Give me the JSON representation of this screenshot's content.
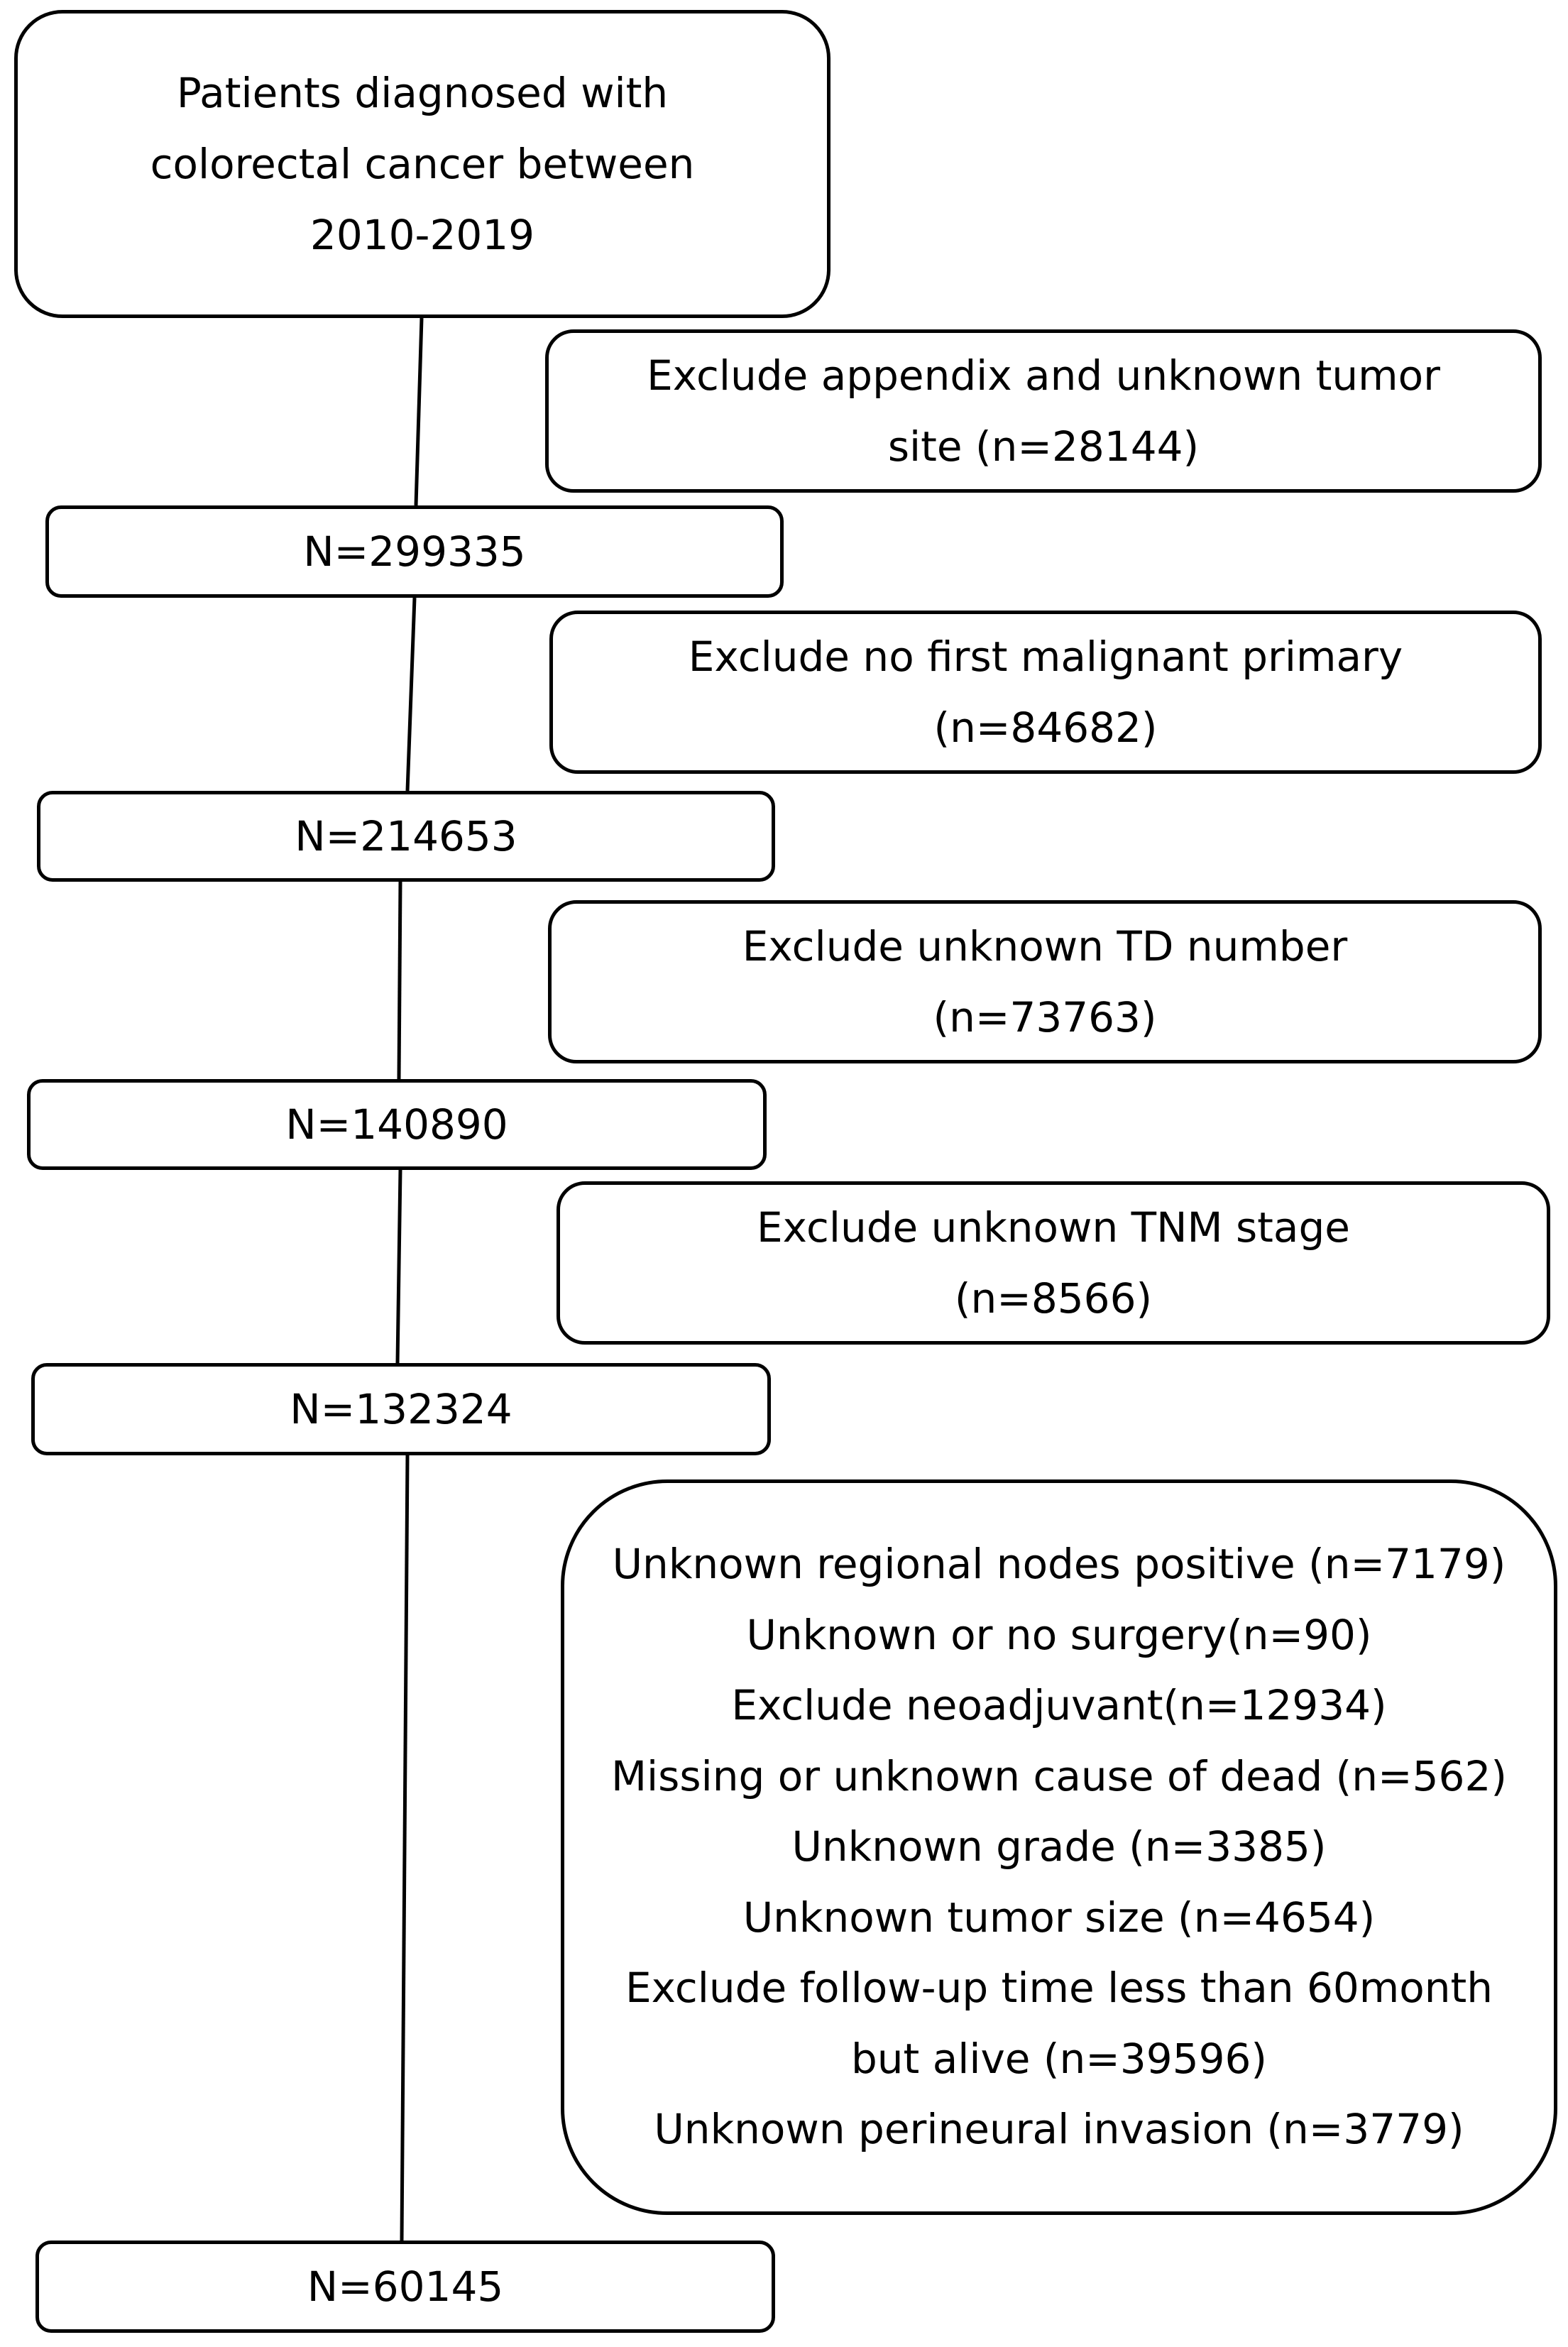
{
  "flowchart": {
    "start": {
      "lines": [
        "Patients diagnosed with",
        "colorectal cancer between",
        "2010-2019"
      ]
    },
    "counts": {
      "n1": "N=299335",
      "n2": "N=214653",
      "n3": "N=140890",
      "n4": "N=132324",
      "n5": "N=60145"
    },
    "exclusions": {
      "ex1": [
        "Exclude appendix and unknown tumor",
        "site (n=28144)"
      ],
      "ex2": [
        "Exclude no first malignant primary",
        "(n=84682)"
      ],
      "ex3": [
        "Exclude unknown TD number",
        "(n=73763)"
      ],
      "ex4": [
        "Exclude unknown TNM stage",
        "(n=8566)"
      ],
      "ex5": [
        "Unknown regional nodes positive (n=7179)",
        "Unknown or no surgery(n=90)",
        "Exclude neoadjuvant(n=12934)",
        "Missing or unknown cause of dead (n=562)",
        "Unknown grade (n=3385)",
        "Unknown tumor size (n=4654)",
        "Exclude follow-up time less than 60month",
        "but alive (n=39596)",
        "Unknown perineural invasion (n=3779)"
      ]
    },
    "line_color": "#000000",
    "box_fill": "#ffffff"
  }
}
